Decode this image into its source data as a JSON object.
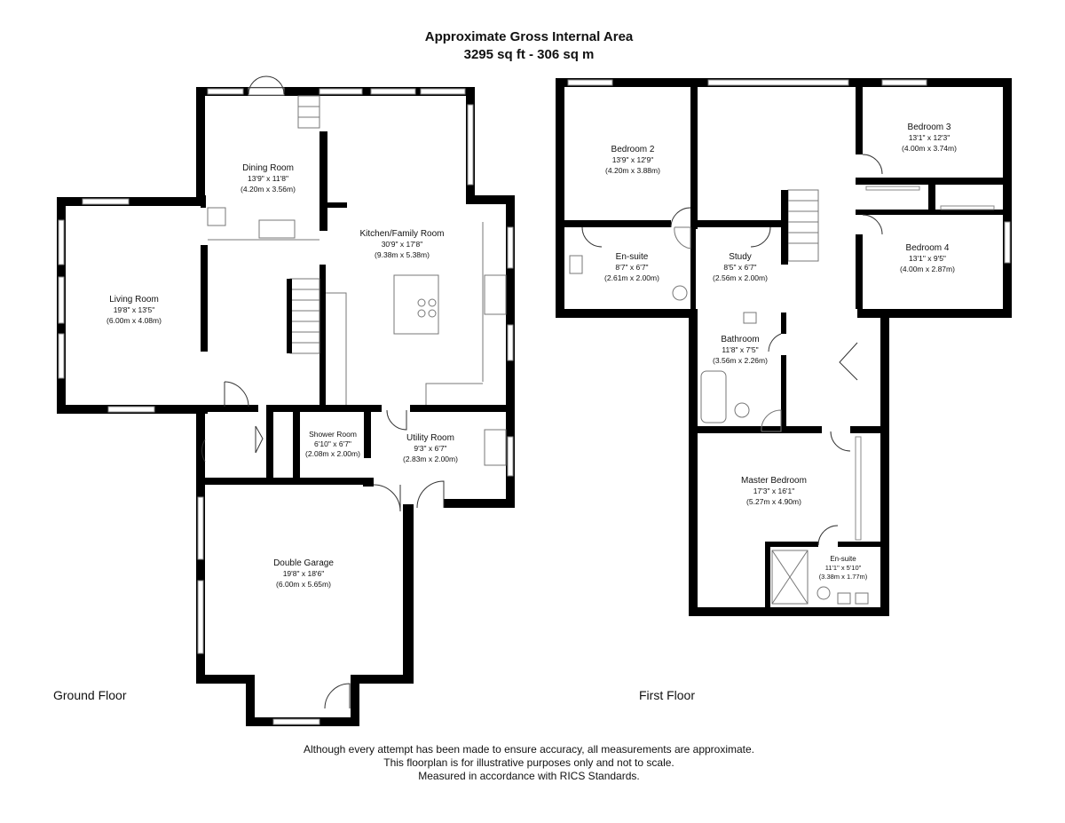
{
  "title": {
    "line1": "Approximate Gross Internal Area",
    "line2": "3295 sq ft - 306 sq m"
  },
  "floors": {
    "ground": "Ground Floor",
    "first": "First Floor"
  },
  "ground_rooms": [
    {
      "id": "living",
      "name": "Living Room",
      "imperial": "19'8\" x 13'5\"",
      "metric": "(6.00m x 4.08m)"
    },
    {
      "id": "dining",
      "name": "Dining Room",
      "imperial": "13'9\" x 11'8\"",
      "metric": "(4.20m x 3.56m)"
    },
    {
      "id": "kitchen",
      "name": "Kitchen/Family Room",
      "imperial": "30'9\" x 17'8\"",
      "metric": "(9.38m x 5.38m)"
    },
    {
      "id": "shower",
      "name": "Shower Room",
      "imperial": "6'10\" x 6'7\"",
      "metric": "(2.08m x 2.00m)"
    },
    {
      "id": "utility",
      "name": "Utility Room",
      "imperial": "9'3\" x 6'7\"",
      "metric": "(2.83m x 2.00m)"
    },
    {
      "id": "garage",
      "name": "Double Garage",
      "imperial": "19'8\" x 18'6\"",
      "metric": "(6.00m x 5.65m)"
    }
  ],
  "first_rooms": [
    {
      "id": "bed2",
      "name": "Bedroom 2",
      "imperial": "13'9\" x 12'9\"",
      "metric": "(4.20m x 3.88m)"
    },
    {
      "id": "bed3",
      "name": "Bedroom 3",
      "imperial": "13'1\" x 12'3\"",
      "metric": "(4.00m x 3.74m)"
    },
    {
      "id": "bed4",
      "name": "Bedroom 4",
      "imperial": "13'1\" x 9'5\"",
      "metric": "(4.00m x 2.87m)"
    },
    {
      "id": "ensuite1",
      "name": "En-suite",
      "imperial": "8'7\" x 6'7\"",
      "metric": "(2.61m x 2.00m)"
    },
    {
      "id": "study",
      "name": "Study",
      "imperial": "8'5\" x 6'7\"",
      "metric": "(2.56m x 2.00m)"
    },
    {
      "id": "bath",
      "name": "Bathroom",
      "imperial": "11'8\" x 7'5\"",
      "metric": "(3.56m x 2.26m)"
    },
    {
      "id": "master",
      "name": "Master Bedroom",
      "imperial": "17'3\" x 16'1\"",
      "metric": "(5.27m x 4.90m)"
    },
    {
      "id": "ensuite2",
      "name": "En-suite",
      "imperial": "11'1\" x 5'10\"",
      "metric": "(3.38m x 1.77m)"
    }
  ],
  "disclaimer": {
    "line1": "Although every attempt has been made to ensure accuracy, all measurements are approximate.",
    "line2": "This floorplan is for illustrative purposes only and not to scale.",
    "line3": "Measured in accordance with RICS Standards."
  }
}
